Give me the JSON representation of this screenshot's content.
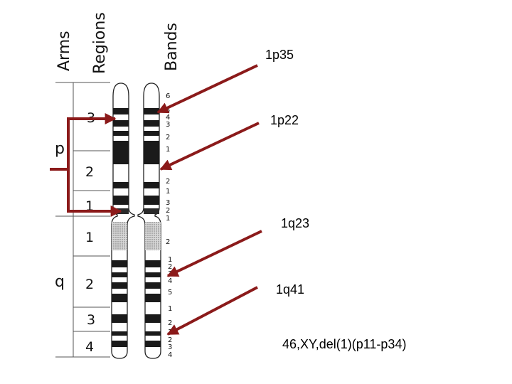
{
  "headers": {
    "arms": "Arms",
    "regions": "Regions",
    "bands": "Bands"
  },
  "arms": {
    "p": "p",
    "q": "q"
  },
  "regions": [
    "3",
    "2",
    "1",
    "1",
    "2",
    "3",
    "4"
  ],
  "bands": [
    "6",
    "5",
    "4",
    "3",
    "2",
    "1",
    "2",
    "1",
    "3",
    "2",
    "1",
    "2",
    "1",
    "2",
    "3",
    "4",
    "5",
    "1",
    "2",
    "1",
    "2",
    "3",
    "4"
  ],
  "annotations": {
    "p35": "1p35",
    "p22": "1p22",
    "q23": "1q23",
    "q41": "1q41",
    "karyotype": "46,XY,del(1)(p11-p34)"
  },
  "colors": {
    "arrow": "#8b1a1a",
    "band_dark": "#1a1a1a",
    "centromere_shade": "#b5b5b5",
    "outline": "#222222"
  }
}
